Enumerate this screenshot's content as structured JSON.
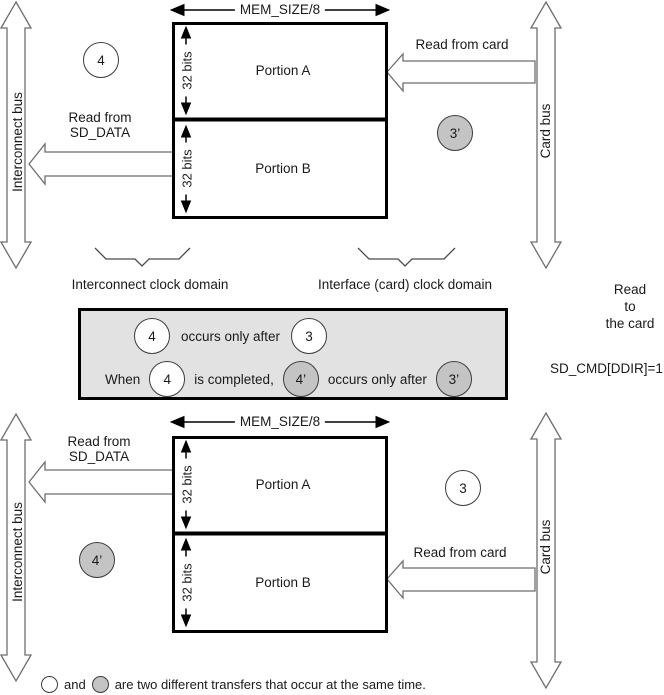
{
  "colors": {
    "line": "#000000",
    "hollow_arrow_outline": "#6e6e6e",
    "gray_badge_fill": "#c4c4c4",
    "panel_fill": "#e2e2e2"
  },
  "top": {
    "interconnect_bus": "Interconnect bus",
    "card_bus": "Card bus",
    "mem_size": "MEM_SIZE/8",
    "portion_a": "Portion A",
    "portion_b": "Portion B",
    "bits_a": "32 bits",
    "bits_b": "32 bits",
    "read_sd_l1": "Read from",
    "read_sd_l2": "SD_DATA",
    "read_card": "Read from card",
    "badge_4": "4",
    "badge_3p": "3’"
  },
  "domains": {
    "left": "Interconnect clock domain",
    "right": "Interface (card) clock domain"
  },
  "panel": {
    "r1_b1": "4",
    "r1_text": "occurs only after",
    "r1_b2": "3",
    "r2_when": "When",
    "r2_b1": "4",
    "r2_completed": "is completed,",
    "r2_b2": "4’",
    "r2_text": "occurs only after",
    "r2_b3": "3’"
  },
  "note": {
    "l1": "Read",
    "l2": "to",
    "l3": "the card",
    "register": "SD_CMD[DDIR]=1"
  },
  "bottom": {
    "interconnect_bus": "Interconnect bus",
    "card_bus": "Card bus",
    "mem_size": "MEM_SIZE/8",
    "portion_a": "Portion A",
    "portion_b": "Portion B",
    "bits_a": "32 bits",
    "bits_b": "32 bits",
    "read_sd_l1": "Read from",
    "read_sd_l2": "SD_DATA",
    "read_card": "Read from card",
    "badge_4p": "4’",
    "badge_3": "3"
  },
  "legend": {
    "and": "and",
    "text": "are two different transfers that occur at the same time."
  }
}
